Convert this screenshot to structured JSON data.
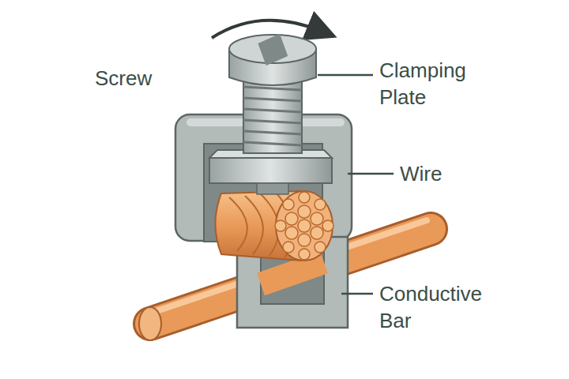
{
  "diagram": {
    "labels": [
      "Screw",
      "Clamping Plate",
      "Wire",
      "Conductive Bar"
    ]
  }
}
